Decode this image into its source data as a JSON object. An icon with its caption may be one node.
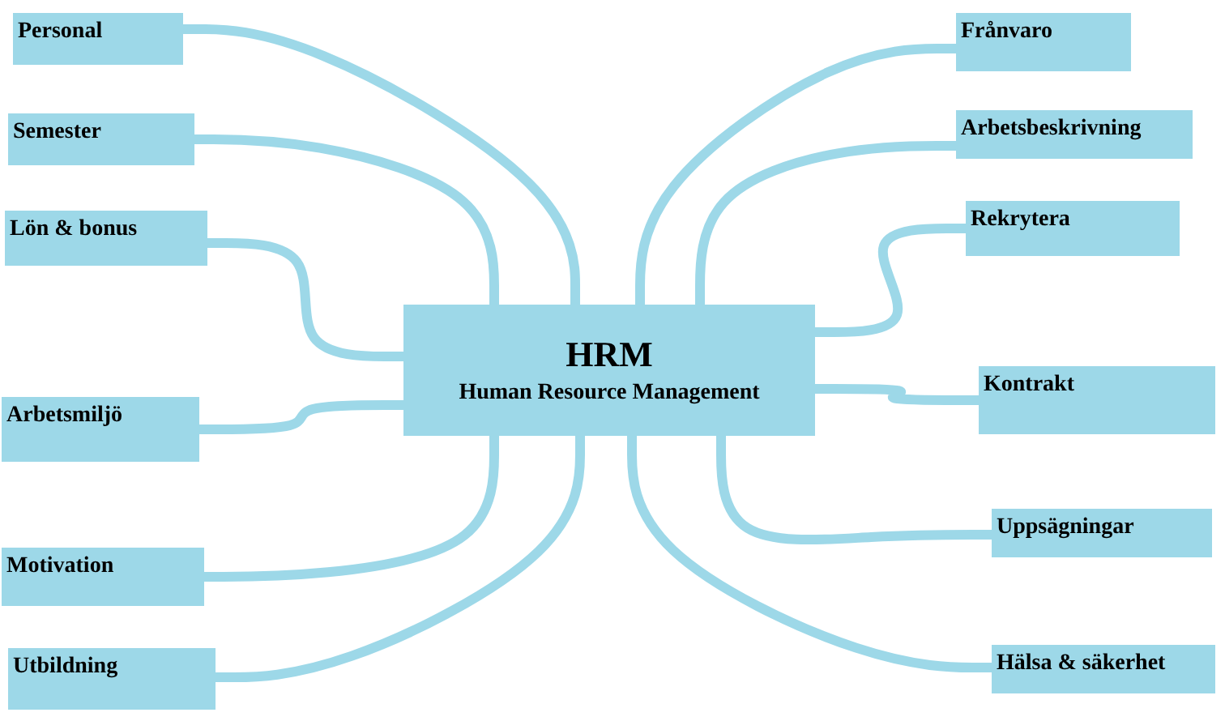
{
  "diagram": {
    "nodes": [
      {
        "text": [
          "HRM",
          "Human Resource Management"
        ]
      },
      {
        "text": [
          "Personal"
        ]
      },
      {
        "text": [
          "Semester"
        ]
      },
      {
        "text": [
          "Lön & bonus"
        ]
      },
      {
        "text": [
          "Arbetsmiljö"
        ]
      },
      {
        "text": [
          "Motivation"
        ]
      },
      {
        "text": [
          "Utbildning"
        ]
      },
      {
        "text": [
          "Frånvaro"
        ]
      },
      {
        "text": [
          "Arbetsbeskrivning"
        ]
      },
      {
        "text": [
          "Rekrytera"
        ]
      },
      {
        "text": [
          "Kontrakt"
        ]
      },
      {
        "text": [
          "Uppsägningar"
        ]
      },
      {
        "text": [
          "Hälsa & säkerhet"
        ]
      }
    ],
    "edges": [
      {
        "from": 0,
        "to": 1,
        "arrow": "none"
      },
      {
        "from": 0,
        "to": 2,
        "arrow": "none"
      },
      {
        "from": 0,
        "to": 3,
        "arrow": "none"
      },
      {
        "from": 0,
        "to": 4,
        "arrow": "none"
      },
      {
        "from": 0,
        "to": 5,
        "arrow": "none"
      },
      {
        "from": 0,
        "to": 6,
        "arrow": "none"
      },
      {
        "from": 0,
        "to": 7,
        "arrow": "none"
      },
      {
        "from": 0,
        "to": 8,
        "arrow": "none"
      },
      {
        "from": 0,
        "to": 9,
        "arrow": "none"
      },
      {
        "from": 0,
        "to": 10,
        "arrow": "none"
      },
      {
        "from": 0,
        "to": 11,
        "arrow": "none"
      },
      {
        "from": 0,
        "to": 12,
        "arrow": "none"
      }
    ]
  }
}
